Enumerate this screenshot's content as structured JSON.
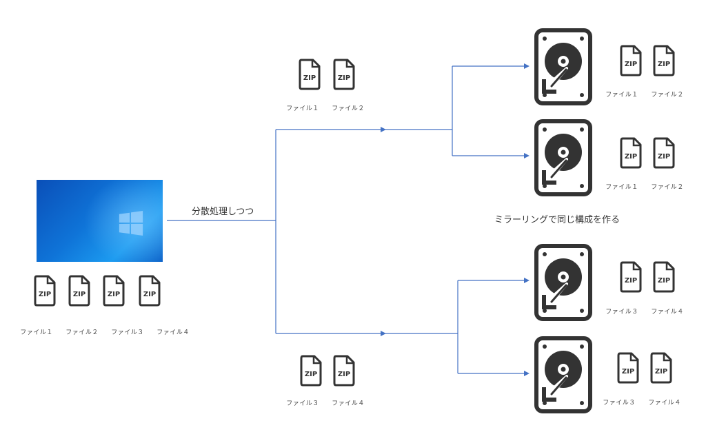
{
  "source": {
    "files": [
      "ファイル１",
      "ファイル２",
      "ファイル３",
      "ファイル４"
    ]
  },
  "process_label": "分散処理しつつ",
  "mirror_label": "ミラーリングで同じ構成を作る",
  "icon_text": "ZIP",
  "upper_group": {
    "files": [
      "ファイル１",
      "ファイル２"
    ]
  },
  "lower_group": {
    "files": [
      "ファイル３",
      "ファイル４"
    ]
  },
  "disks": [
    {
      "files": [
        "ファイル１",
        "ファイル２"
      ]
    },
    {
      "files": [
        "ファイル１",
        "ファイル２"
      ]
    },
    {
      "files": [
        "ファイル３",
        "ファイル４"
      ]
    },
    {
      "files": [
        "ファイル３",
        "ファイル４"
      ]
    }
  ],
  "colors": {
    "connector": "#4472c4",
    "icon": "#333333"
  }
}
